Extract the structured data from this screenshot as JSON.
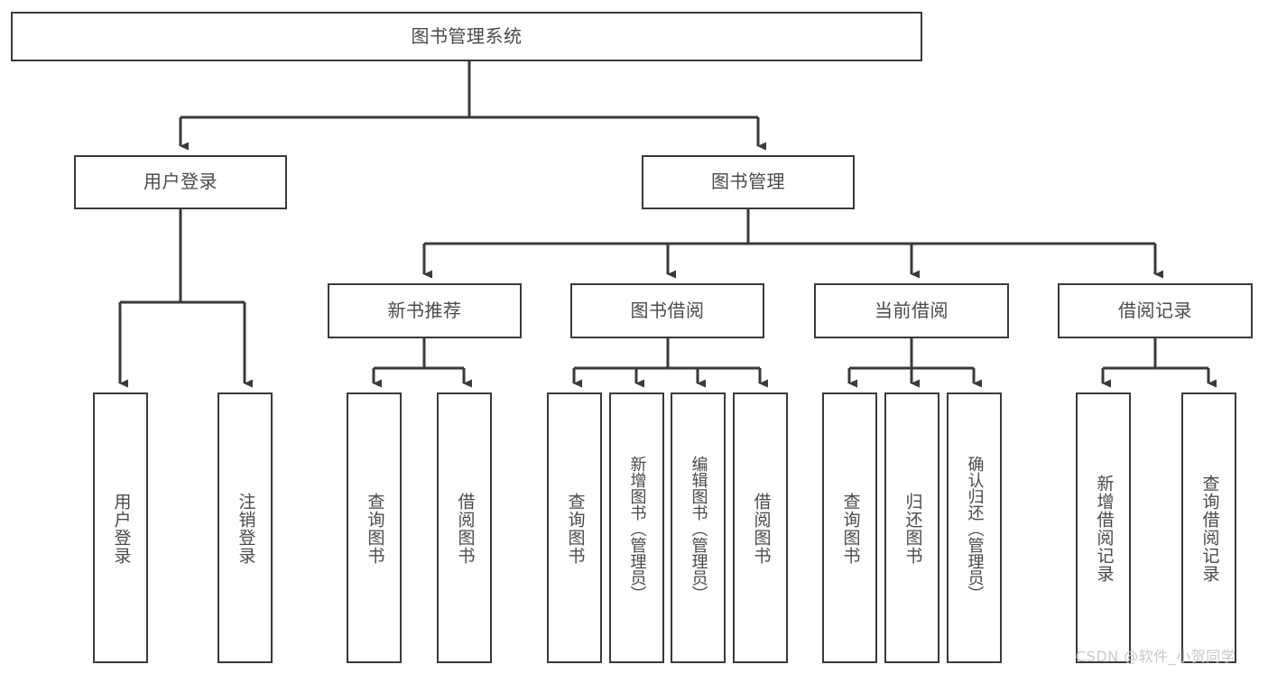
{
  "diagram": {
    "title": "图书管理系统",
    "watermark": "CSDN @软件_小贺同学",
    "colors": {
      "stroke": "#3a3a3a",
      "text": "#4a4a4a",
      "background": "#ffffff",
      "watermark": "#c8c8c8"
    },
    "root": {
      "label": "图书管理系统"
    },
    "level2": [
      {
        "label": "用户登录"
      },
      {
        "label": "图书管理"
      }
    ],
    "level3": [
      {
        "label": "新书推荐"
      },
      {
        "label": "图书借阅"
      },
      {
        "label": "当前借阅"
      },
      {
        "label": "借阅记录"
      }
    ],
    "leaves": {
      "user_login": [
        {
          "label": "用户登录"
        },
        {
          "label": "注销登录"
        }
      ],
      "new_book_recommend": [
        {
          "label": "查询图书"
        },
        {
          "label": "借阅图书"
        }
      ],
      "book_borrow": [
        {
          "label": "查询图书"
        },
        {
          "label": "新增图书（管理员）"
        },
        {
          "label": "编辑图书（管理员）"
        },
        {
          "label": "借阅图书"
        }
      ],
      "current_borrow": [
        {
          "label": "查询图书"
        },
        {
          "label": "归还图书"
        },
        {
          "label": "确认归还（管理员）"
        }
      ],
      "borrow_record": [
        {
          "label": "新增借阅记录"
        },
        {
          "label": "查询借阅记录"
        }
      ]
    }
  }
}
